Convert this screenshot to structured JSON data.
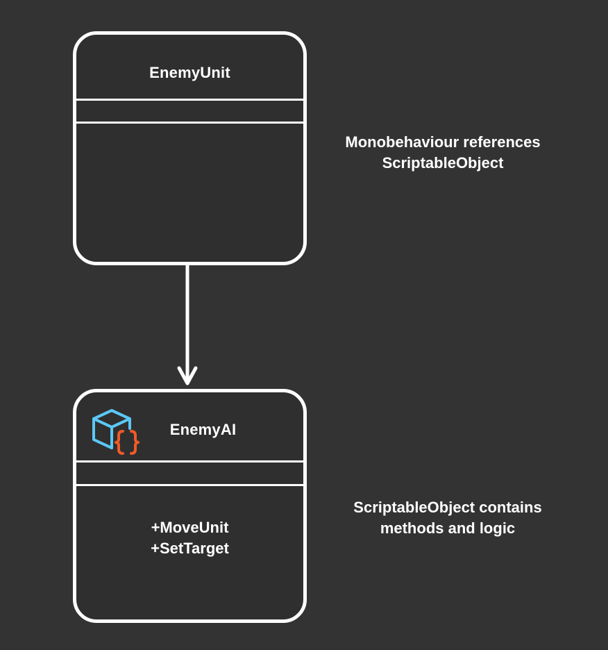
{
  "diagram": {
    "classes": [
      {
        "name": "EnemyUnit",
        "methods": []
      },
      {
        "name": "EnemyAI",
        "icon": "scriptable-object-icon",
        "methods": [
          "+MoveUnit",
          "+SetTarget"
        ]
      }
    ],
    "relation": {
      "from": "EnemyUnit",
      "to": "EnemyAI",
      "type": "reference-arrow"
    },
    "notes": {
      "top_line1": "Monobehaviour references",
      "top_line2": "ScriptableObject",
      "bottom_line1": "ScriptableObject contains",
      "bottom_line2": "methods and logic"
    }
  },
  "colors": {
    "background": "#333333",
    "stroke": "#ffffff",
    "icon_cube": "#5bc8f5",
    "icon_braces": "#f05a28"
  }
}
